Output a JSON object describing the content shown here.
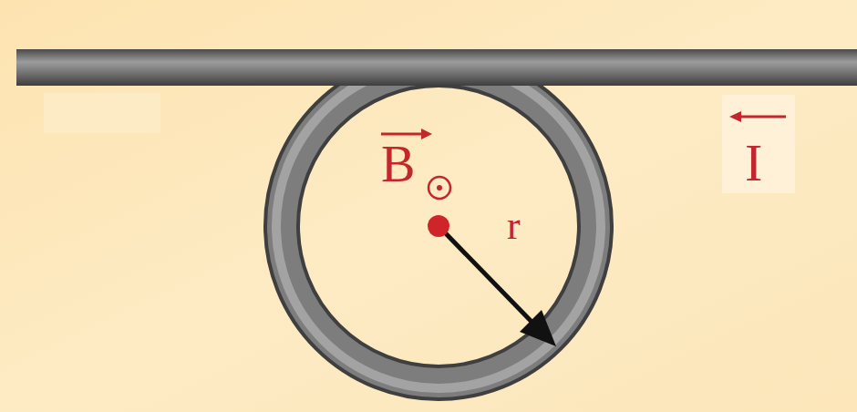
{
  "diagram": {
    "labels": [
      "B",
      "r",
      "I"
    ]
  }
}
